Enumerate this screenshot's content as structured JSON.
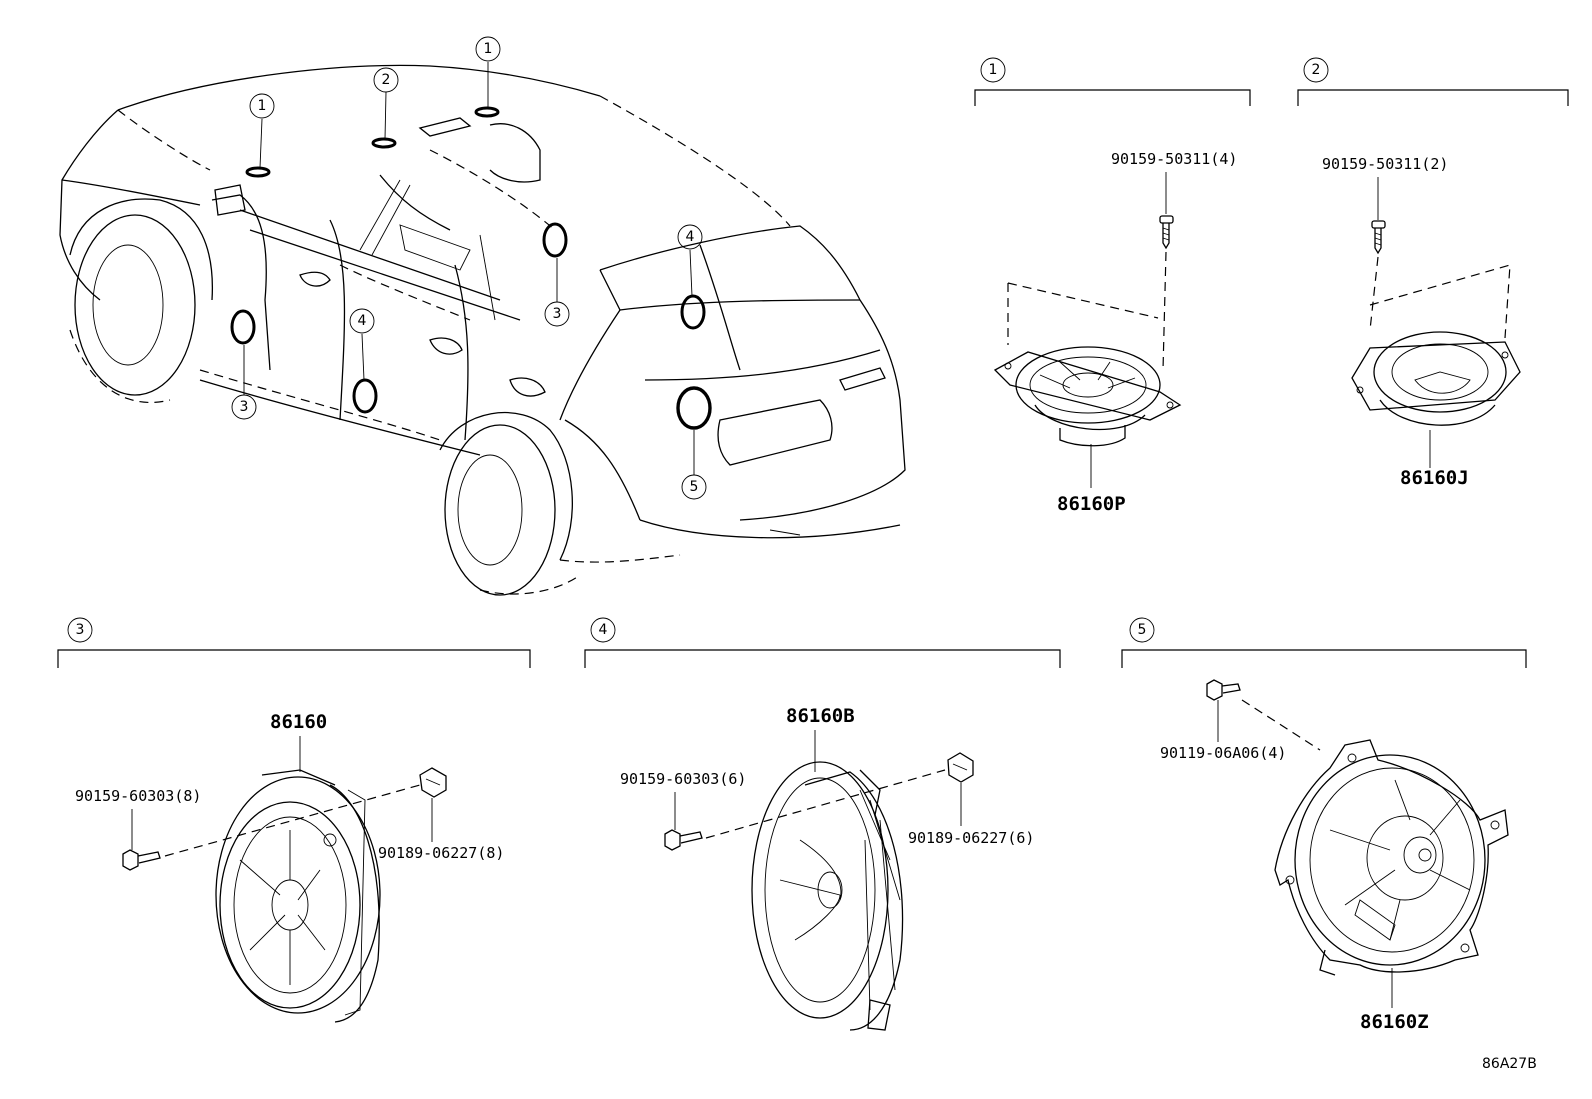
{
  "callouts": {
    "c1": "1",
    "c2": "2",
    "c3": "3",
    "c4": "4",
    "c5": "5"
  },
  "groups": {
    "g1": {
      "number": "1",
      "screw": "90159-50311(4)",
      "speaker": "86160P"
    },
    "g2": {
      "number": "2",
      "screw": "90159-50311(2)",
      "speaker": "86160J"
    },
    "g3": {
      "number": "3",
      "speaker": "86160",
      "screw": "90159-60303(8)",
      "nut": "90189-06227(8)"
    },
    "g4": {
      "number": "4",
      "speaker": "86160B",
      "screw": "90159-60303(6)",
      "nut": "90189-06227(6)"
    },
    "g5": {
      "number": "5",
      "screw": "90119-06A06(4)",
      "speaker": "86160Z"
    }
  },
  "diagram_code": "86A27B",
  "icons": [
    "vehicle-outline",
    "tweeter-speaker",
    "door-speaker",
    "woofer-speaker",
    "screw",
    "clip-nut"
  ]
}
